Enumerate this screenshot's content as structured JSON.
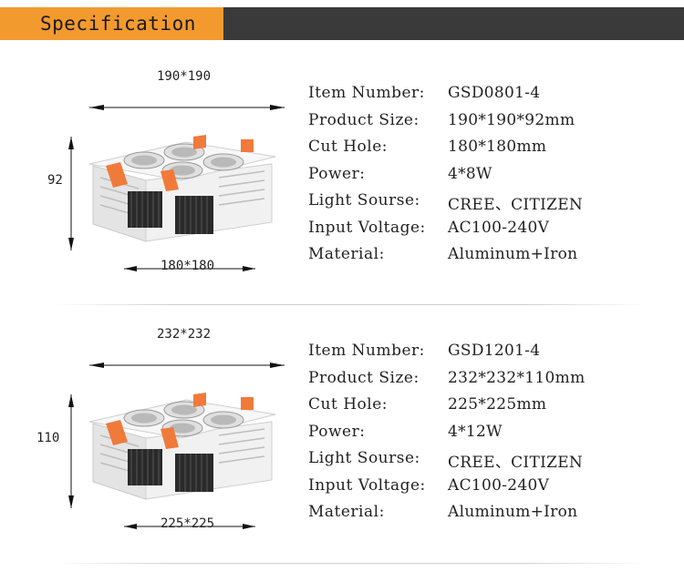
{
  "header": {
    "title": "Specification"
  },
  "colors": {
    "accent": "#f39a2f",
    "header_bg": "#3a3a3a"
  },
  "products": [
    {
      "dims": {
        "top": "190*190",
        "side": "92",
        "bottom": "180*180"
      },
      "specs": [
        {
          "label": "Item Number:",
          "value": "GSD0801-4"
        },
        {
          "label": "Product Size:",
          "value": "190*190*92mm"
        },
        {
          "label": "Cut Hole:",
          "value": "180*180mm"
        },
        {
          "label": "Power:",
          "value": "4*8W"
        },
        {
          "label": "Light Sourse:",
          "value": "CREE、CITIZEN"
        },
        {
          "label": "Input Voltage:",
          "value": "AC100-240V"
        },
        {
          "label": "Material:",
          "value": "Aluminum+Iron"
        }
      ]
    },
    {
      "dims": {
        "top": "232*232",
        "side": "110",
        "bottom": "225*225"
      },
      "specs": [
        {
          "label": "Item Number:",
          "value": "GSD1201-4"
        },
        {
          "label": "Product Size:",
          "value": "232*232*110mm"
        },
        {
          "label": "Cut Hole:",
          "value": "225*225mm"
        },
        {
          "label": "Power:",
          "value": "4*12W"
        },
        {
          "label": "Light Sourse:",
          "value": "CREE、CITIZEN"
        },
        {
          "label": "Input Voltage:",
          "value": "AC100-240V"
        },
        {
          "label": "Material:",
          "value": "Aluminum+Iron"
        }
      ]
    }
  ]
}
